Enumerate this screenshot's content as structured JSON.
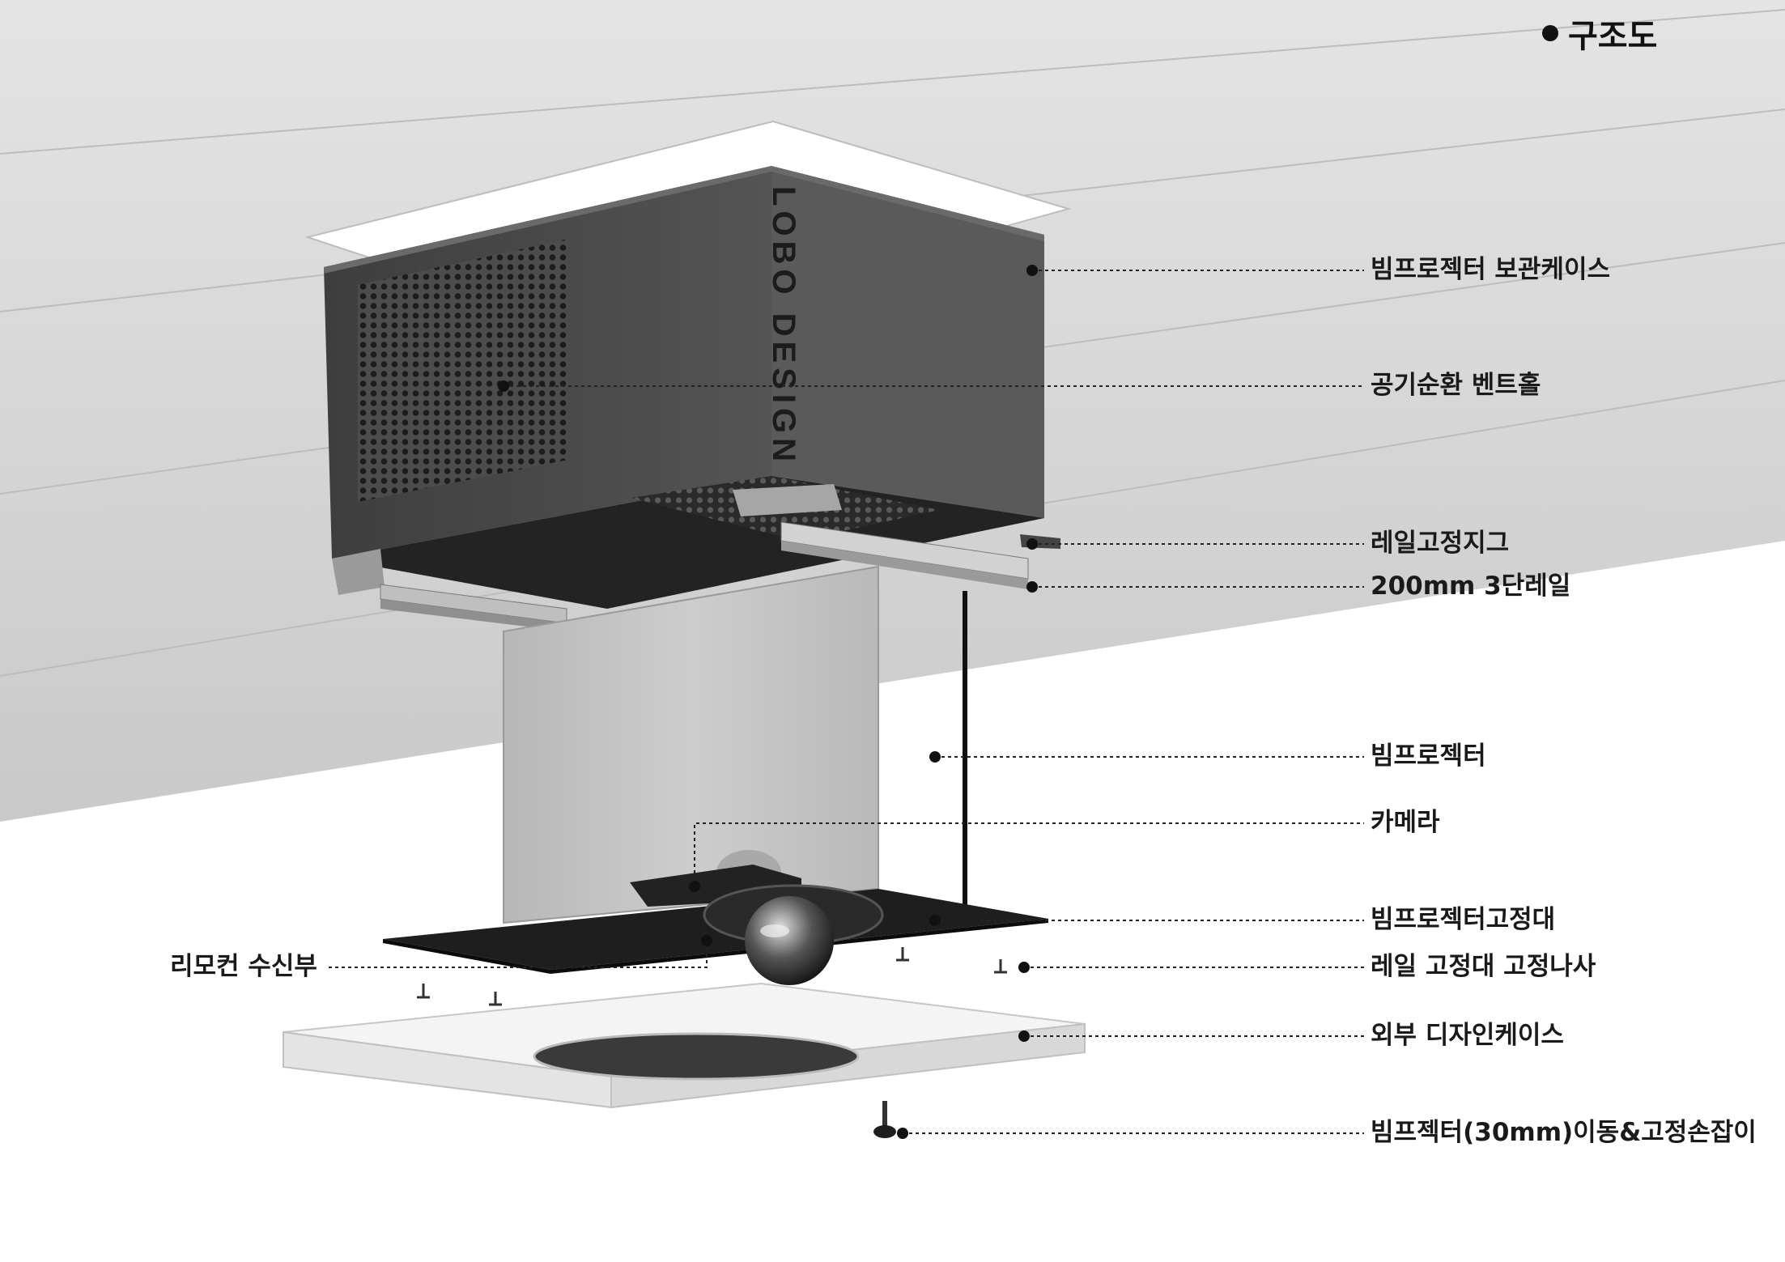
{
  "header": {
    "title": "구조도"
  },
  "brand": {
    "case_text": "LOBO DESIGN"
  },
  "labels": {
    "storage_case": "빔프로젝터 보관케이스",
    "vent_hole": "공기순환 벤트홀",
    "rail_jig": "레일고정지그",
    "rail_3step": "200mm 3단레일",
    "projector": "빔프로젝터",
    "camera": "카메라",
    "projector_mount": "빔프로젝터고정대",
    "rail_screw": "레일 고정대 고정나사",
    "remote_receiver": "리모컨 수신부",
    "outer_case": "외부 디자인케이스",
    "handle": "빔프젝터(30mm)이동&고정손잡이"
  },
  "colors": {
    "ceiling": "#d6d6d6",
    "case_body": "#4a4a4a",
    "projector_body": "#c4c4c4",
    "mount_plate": "#1e1e1e",
    "outer_case": "#f2f2f2",
    "leader_line": "#222222"
  }
}
